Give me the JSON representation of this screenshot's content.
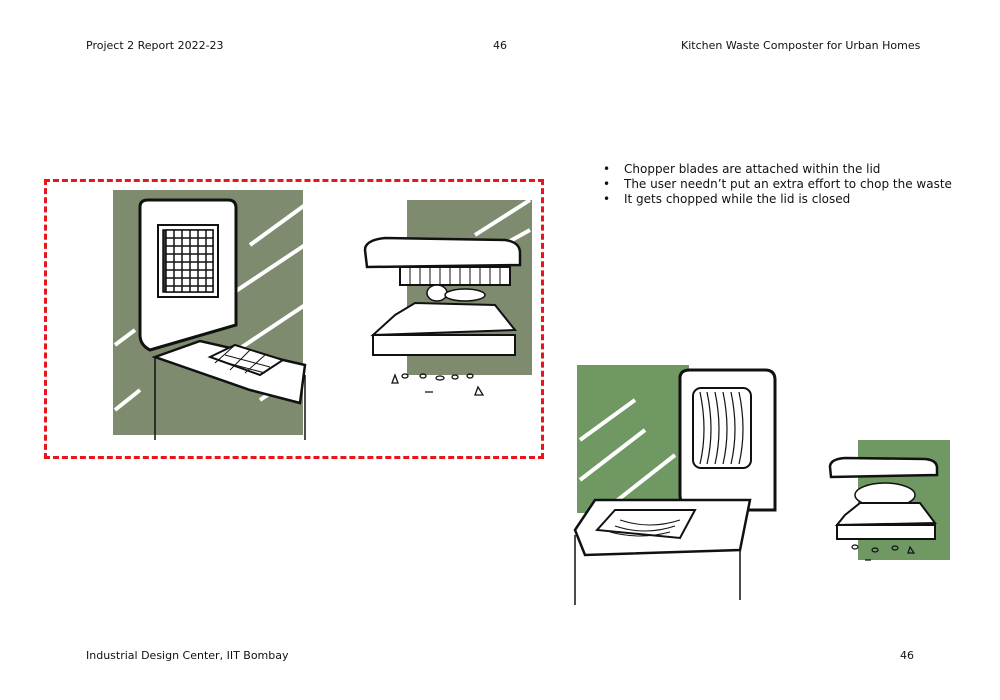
{
  "header": {
    "left": "Project 2 Report  2022-23",
    "center": "46",
    "right": "Kitchen Waste Composter for Urban Homes"
  },
  "bullets": [
    "Chopper blades are attached within the lid",
    "The user needn’t put an extra effort to chop the waste",
    "It gets chopped while the lid is closed"
  ],
  "footer": {
    "left": "Industrial Design Center, IIT Bombay",
    "right": "46"
  },
  "colors": {
    "highlight_frame": "#e8161c",
    "sketch_bg_grey_green": "#7e8b6f",
    "sketch_bg_green": "#6f9862"
  }
}
